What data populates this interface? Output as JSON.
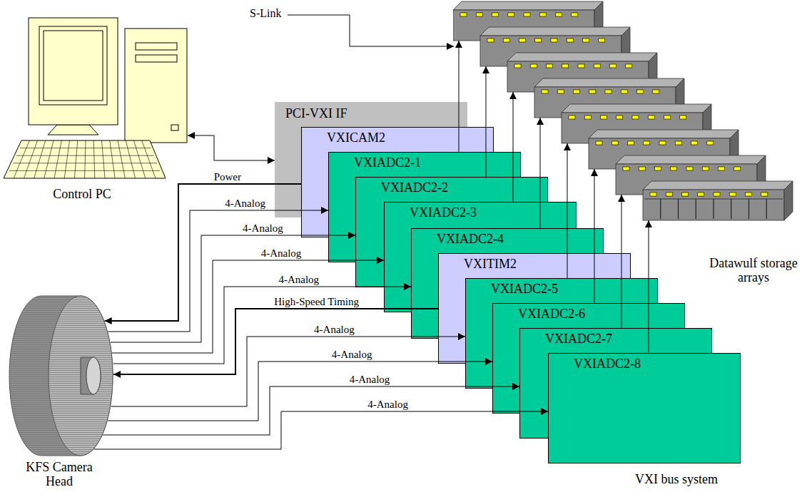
{
  "diagram": {
    "nodes": [
      {
        "text": [
          "Control PC"
        ]
      },
      {
        "text": [
          "PCI-VXI IF"
        ]
      },
      {
        "text": [
          "VXICAM2"
        ]
      },
      {
        "text": [
          "VXIADC2-1"
        ]
      },
      {
        "text": [
          "VXIADC2-2"
        ]
      },
      {
        "text": [
          "VXIADC2-3"
        ]
      },
      {
        "text": [
          "VXIADC2-4"
        ]
      },
      {
        "text": [
          "VXITIM2"
        ]
      },
      {
        "text": [
          "VXIADC2-5"
        ]
      },
      {
        "text": [
          "VXIADC2-6"
        ]
      },
      {
        "text": [
          "VXIADC2-7"
        ]
      },
      {
        "text": [
          "VXIADC2-8"
        ]
      },
      {
        "text": [
          "KFS Camera Head"
        ]
      },
      {
        "text": [
          "Datawulf storage arrays"
        ]
      }
    ],
    "edges": [
      {
        "from": 0,
        "to": 1,
        "arrow": "both"
      },
      {
        "from": 2,
        "to": 12,
        "label": "Power",
        "arrow": "to"
      },
      {
        "from": 12,
        "to": 3,
        "label": "4-Analog",
        "arrow": "to"
      },
      {
        "from": 12,
        "to": 4,
        "label": "4-Analog",
        "arrow": "to"
      },
      {
        "from": 12,
        "to": 5,
        "label": "4-Analog",
        "arrow": "to"
      },
      {
        "from": 12,
        "to": 6,
        "label": "4-Analog",
        "arrow": "to"
      },
      {
        "from": 7,
        "to": 12,
        "label": "High-Speed Timing",
        "arrow": "to"
      },
      {
        "from": 12,
        "to": 8,
        "label": "4-Analog",
        "arrow": "to"
      },
      {
        "from": 12,
        "to": 9,
        "label": "4-Analog",
        "arrow": "to"
      },
      {
        "from": 12,
        "to": 10,
        "label": "4-Analog",
        "arrow": "to"
      },
      {
        "from": 12,
        "to": 11,
        "label": "4-Analog",
        "arrow": "to"
      },
      {
        "from": 3,
        "to": 13,
        "arrow": "to"
      },
      {
        "from": 4,
        "to": 13,
        "arrow": "to"
      },
      {
        "from": 5,
        "to": 13,
        "arrow": "to"
      },
      {
        "from": 6,
        "to": 13,
        "arrow": "to"
      },
      {
        "from": 8,
        "to": 13,
        "arrow": "to"
      },
      {
        "from": 9,
        "to": 13,
        "arrow": "to"
      },
      {
        "from": 10,
        "to": 13,
        "arrow": "to"
      },
      {
        "from": 11,
        "to": 13,
        "arrow": "to"
      }
    ],
    "labels": [
      "S-Link",
      "VXI bus system"
    ]
  }
}
